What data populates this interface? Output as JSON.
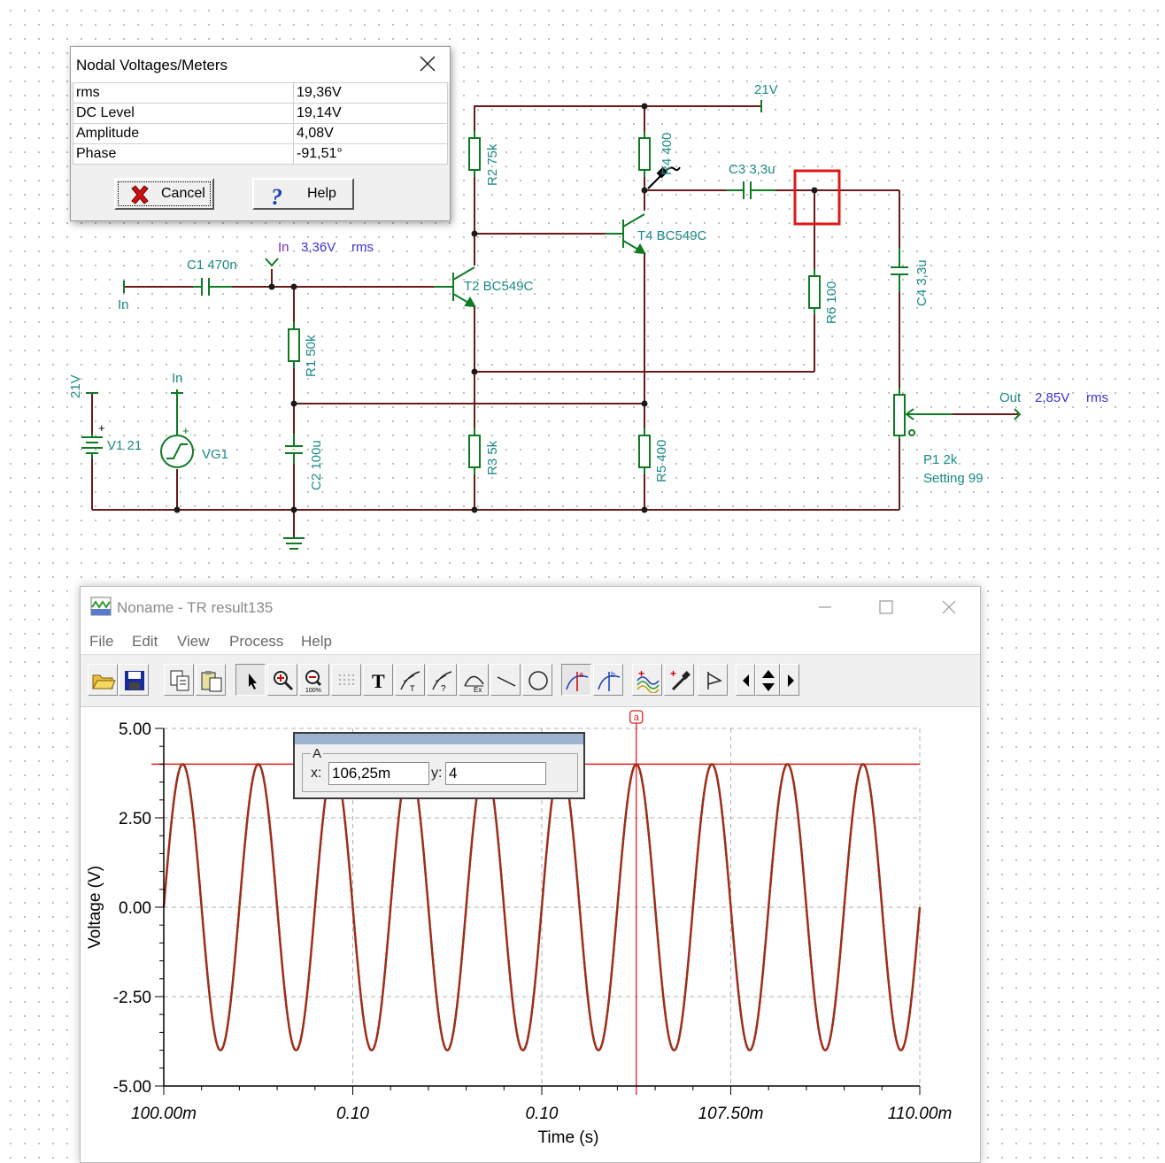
{
  "schematic": {
    "labels": {
      "supply_top": "21V",
      "c3": "C3 3,3u",
      "r4": "R4 400",
      "r2": "R2 75k",
      "t4": "T4 BC549C",
      "c1": "C1 470n",
      "in_probe": "In",
      "in_value": "3,36V",
      "in_unit": "rms",
      "in_terminal": "In",
      "t2": "T2 BC549C",
      "r6": "R6 100",
      "c4": "C4 3,3u",
      "r1": "R1 50k",
      "supply_left": "21V",
      "vg_label": "In",
      "v1": "V1 21",
      "vg1": "VG1",
      "c2": "C2 100u",
      "r3": "R3 5k",
      "r5": "R5 400",
      "out_label": "Out",
      "out_value": "2,85V",
      "out_unit": "rms",
      "p1": "P1 2k",
      "p1_setting": "Setting 99"
    }
  },
  "nodal_dialog": {
    "title": "Nodal Voltages/Meters",
    "rows": [
      {
        "label": "rms",
        "value": "19,36V"
      },
      {
        "label": "DC Level",
        "value": "19,14V"
      },
      {
        "label": "Amplitude",
        "value": "4,08V"
      },
      {
        "label": "Phase",
        "value": "-91,51°"
      }
    ],
    "cancel_label": "Cancel",
    "help_label": "Help"
  },
  "tr_window": {
    "app_name": "Noname",
    "title_rest": " - TR result135",
    "menu": [
      "File",
      "Edit",
      "View",
      "Process",
      "Help"
    ],
    "cursor_box": {
      "group_label": "A",
      "x_label": "x:",
      "x_value": "106,25m",
      "y_label": "y:",
      "y_value": "4"
    },
    "cursor_marker": "a"
  },
  "colors": {
    "wire": "#6b1a1a",
    "component": "#0e7a22",
    "label": "#1a8a86",
    "value": "#3a32d8",
    "selection": "#e01818",
    "trace_green": "#1a7a1a",
    "trace_red": "#c01818",
    "cursor": "#e02020"
  },
  "chart_data": {
    "type": "line",
    "xlabel": "Time (s)",
    "ylabel": "Voltage (V)",
    "xlim": [
      0.1,
      0.11
    ],
    "ylim": [
      -5,
      5
    ],
    "x_tick_labels": [
      "100.00m",
      "0.10",
      "0.10",
      "107.50m",
      "110.00m"
    ],
    "y_tick_labels": [
      "5.00",
      "2.50",
      "0.00",
      "-2.50",
      "-5.00"
    ],
    "grid": true,
    "series": [
      {
        "color": "#1a7a1a",
        "amplitude": 4,
        "frequency_hz": 1000,
        "offset": 0,
        "first_peak_s": 0.10025
      },
      {
        "color": "#c01818",
        "amplitude": 4,
        "frequency_hz": 1000,
        "offset": 0,
        "first_peak_s": 0.10025
      }
    ],
    "horizontal_line_y": 4,
    "cursor_a_x": 0.10625
  }
}
